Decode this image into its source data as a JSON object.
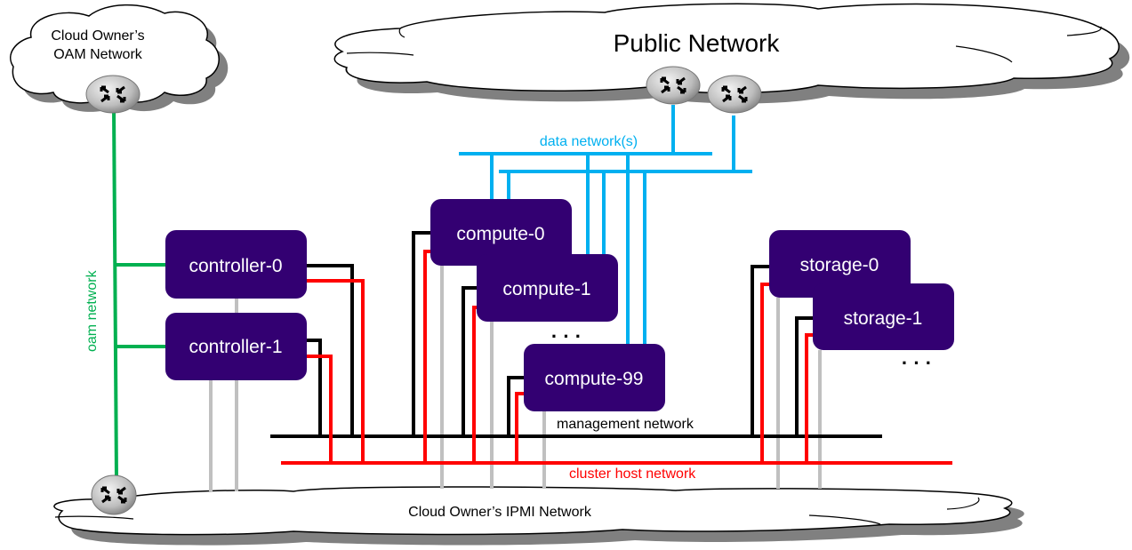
{
  "colors": {
    "node_fill": "#330072",
    "oam": "#00b050",
    "data": "#00b0f0",
    "management": "#000000",
    "cluster_host": "#ff0000",
    "ipmi": "#c0c0c0",
    "cloud_shadow": "#808080"
  },
  "clouds": {
    "oam": {
      "line1": "Cloud Owner’s",
      "line2": "OAM Network"
    },
    "public": {
      "label": "Public Network"
    },
    "ipmi": {
      "label": "Cloud Owner’s IPMI Network"
    }
  },
  "networks": {
    "oam": "oam network",
    "data": "data network(s)",
    "management": "management network",
    "cluster_host": "cluster host network"
  },
  "nodes": {
    "controller_0": "controller-0",
    "controller_1": "controller-1",
    "compute_0": "compute-0",
    "compute_1": "compute-1",
    "compute_99": "compute-99",
    "storage_0": "storage-0",
    "storage_1": "storage-1"
  },
  "ellipsis": {
    "compute": "· · ·",
    "storage": "· · ·"
  },
  "icons": {
    "router": "router-icon"
  }
}
